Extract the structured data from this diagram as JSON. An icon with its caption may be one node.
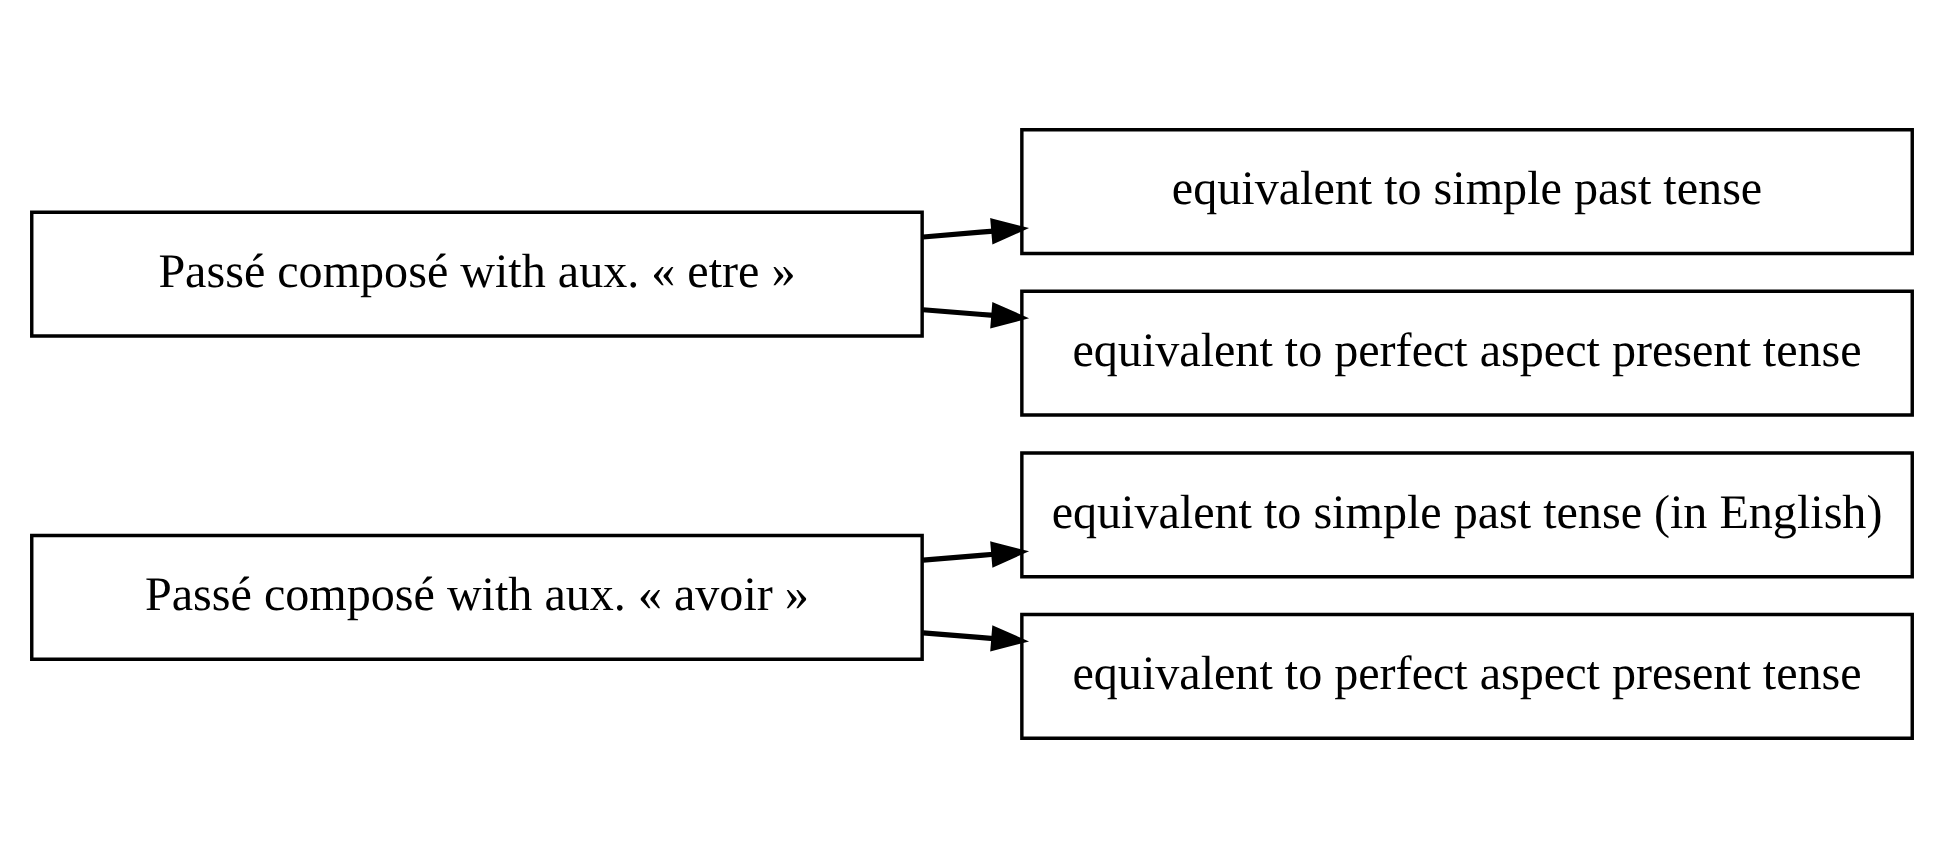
{
  "diagram": {
    "nodes": [
      {
        "text": [
          "Passé composé with aux. « avoir »"
        ]
      },
      {
        "text": [
          "equivalent to simple past tense (in English)"
        ]
      },
      {
        "text": [
          "equivalent to perfect aspect present tense"
        ]
      },
      {
        "text": [
          "Passé composé with aux. « etre »"
        ]
      },
      {
        "text": [
          "equivalent to simple past tense"
        ]
      },
      {
        "text": [
          "equivalent to perfect aspect present tense"
        ]
      }
    ],
    "edges": [
      {
        "from": 0,
        "to": 1,
        "arrow": "to"
      },
      {
        "from": 0,
        "to": 2,
        "arrow": "to"
      },
      {
        "from": 3,
        "to": 4,
        "arrow": "to"
      },
      {
        "from": 3,
        "to": 5,
        "arrow": "to"
      }
    ]
  }
}
